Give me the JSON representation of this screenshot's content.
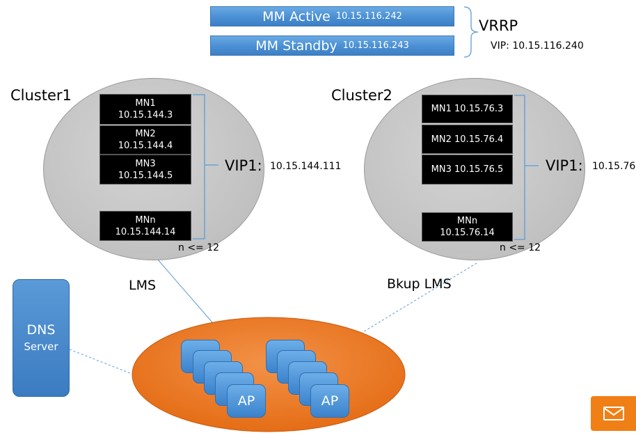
{
  "mm": {
    "active": {
      "name": "MM Active",
      "ip": "10.15.116.242"
    },
    "standby": {
      "name": "MM Standby",
      "ip": "10.15.116.243"
    },
    "vrrp_label": "VRRP",
    "vip_label": "VIP:",
    "vip_value": "10.15.116.240"
  },
  "cluster1": {
    "title": "Cluster1",
    "nodes": [
      {
        "line1": "MN1",
        "line2": "10.15.144.3"
      },
      {
        "line1": "MN2",
        "line2": "10.15.144.4"
      },
      {
        "line1": "MN3",
        "line2": "10.15.144.5"
      },
      {
        "line1": "MNn",
        "line2": "10.15.144.14"
      }
    ],
    "vip_label": "VIP1:",
    "vip_value": "10.15.144.111",
    "limit": "n <= 12"
  },
  "cluster2": {
    "title": "Cluster2",
    "nodes": [
      {
        "line1": "MN1 10.15.76.3"
      },
      {
        "line1": "MN2 10.15.76.4"
      },
      {
        "line1": "MN3 10.15.76.5"
      },
      {
        "line1": "MNn",
        "line2": "10.15.76.14"
      }
    ],
    "vip_label": "VIP1:",
    "vip_value": "10.15.76.",
    "limit": "n <= 12"
  },
  "links": {
    "lms": "LMS",
    "bkup_lms": "Bkup LMS"
  },
  "dns": {
    "line1": "DNS",
    "line2": "Server"
  },
  "ap_groups": [
    {
      "label": "AP"
    },
    {
      "label": "AP"
    }
  ],
  "colors": {
    "mm_blue": "#4a8fd3",
    "cluster_gray": "#c4c4c4",
    "ap_pool_orange": "#ef7d1f",
    "mail_orange": "#f07f16"
  },
  "icons": {
    "mail_button": "envelope-icon"
  }
}
